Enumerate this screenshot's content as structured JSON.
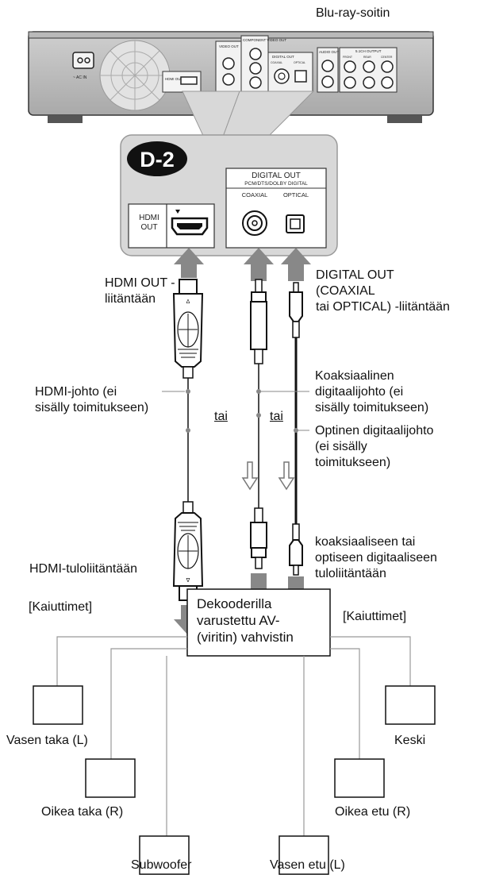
{
  "device_title": "Blu-ray-soitin",
  "player_panel": {
    "ac_in": "~ AC IN",
    "hdmi_out_small": "HDMI OUT",
    "video_out": "VIDEO OUT",
    "component_video_out": "COMPONENT VIDEO OUT",
    "digital_out_small": "DIGITAL OUT",
    "coaxial_small": "COAXIAL",
    "optical_small": "OPTICAL",
    "audio_out": "AUDIO OUT",
    "ch51_output": "5.1CH OUTPUT",
    "front": "FRONT",
    "rear": "REAR",
    "center": "CENTER"
  },
  "badge": "D-2",
  "detail": {
    "hdmi_out_line1": "HDMI",
    "hdmi_out_line2": "OUT",
    "digital_out": "DIGITAL OUT",
    "pcm_dts": "PCM/DTS/DOLBY DIGITAL",
    "coaxial": "COAXIAL",
    "optical": "OPTICAL"
  },
  "labels": {
    "hdmi_out_conn_1": "HDMI OUT -",
    "hdmi_out_conn_2": "liitäntään",
    "digital_out_conn_1": "DIGITAL OUT",
    "digital_out_conn_2": "(COAXIAL",
    "digital_out_conn_3": "tai OPTICAL) -liitäntään",
    "hdmi_cable_1": "HDMI-johto (ei",
    "hdmi_cable_2": "sisälly toimitukseen)",
    "tai_1": "tai",
    "tai_2": "tai",
    "coax_cable_1": "Koaksiaalinen",
    "coax_cable_2": "digitaalijohto (ei",
    "coax_cable_3": "sisälly toimitukseen)",
    "optical_cable_1": "Optinen digitaalijohto",
    "optical_cable_2": "(ei sisälly",
    "optical_cable_3": "toimitukseen)",
    "coax_optical_input_1": "koaksiaaliseen tai",
    "coax_optical_input_2": "optiseen digitaaliseen",
    "coax_optical_input_3": "tuloliitäntään",
    "hdmi_input": "HDMI-tuloliitäntään",
    "speakers_left": "[Kaiuttimet]",
    "speakers_right": "[Kaiuttimet]",
    "amp_1": "Dekooderilla",
    "amp_2": "varustettu AV-",
    "amp_3": "(viritin) vahvistin"
  },
  "speakers": {
    "rear_left": "Vasen taka (L)",
    "rear_right": "Oikea taka (R)",
    "subwoofer": "Subwoofer",
    "center": "Keski",
    "front_right": "Oikea etu (R)",
    "front_left": "Vasen etu (L)"
  }
}
